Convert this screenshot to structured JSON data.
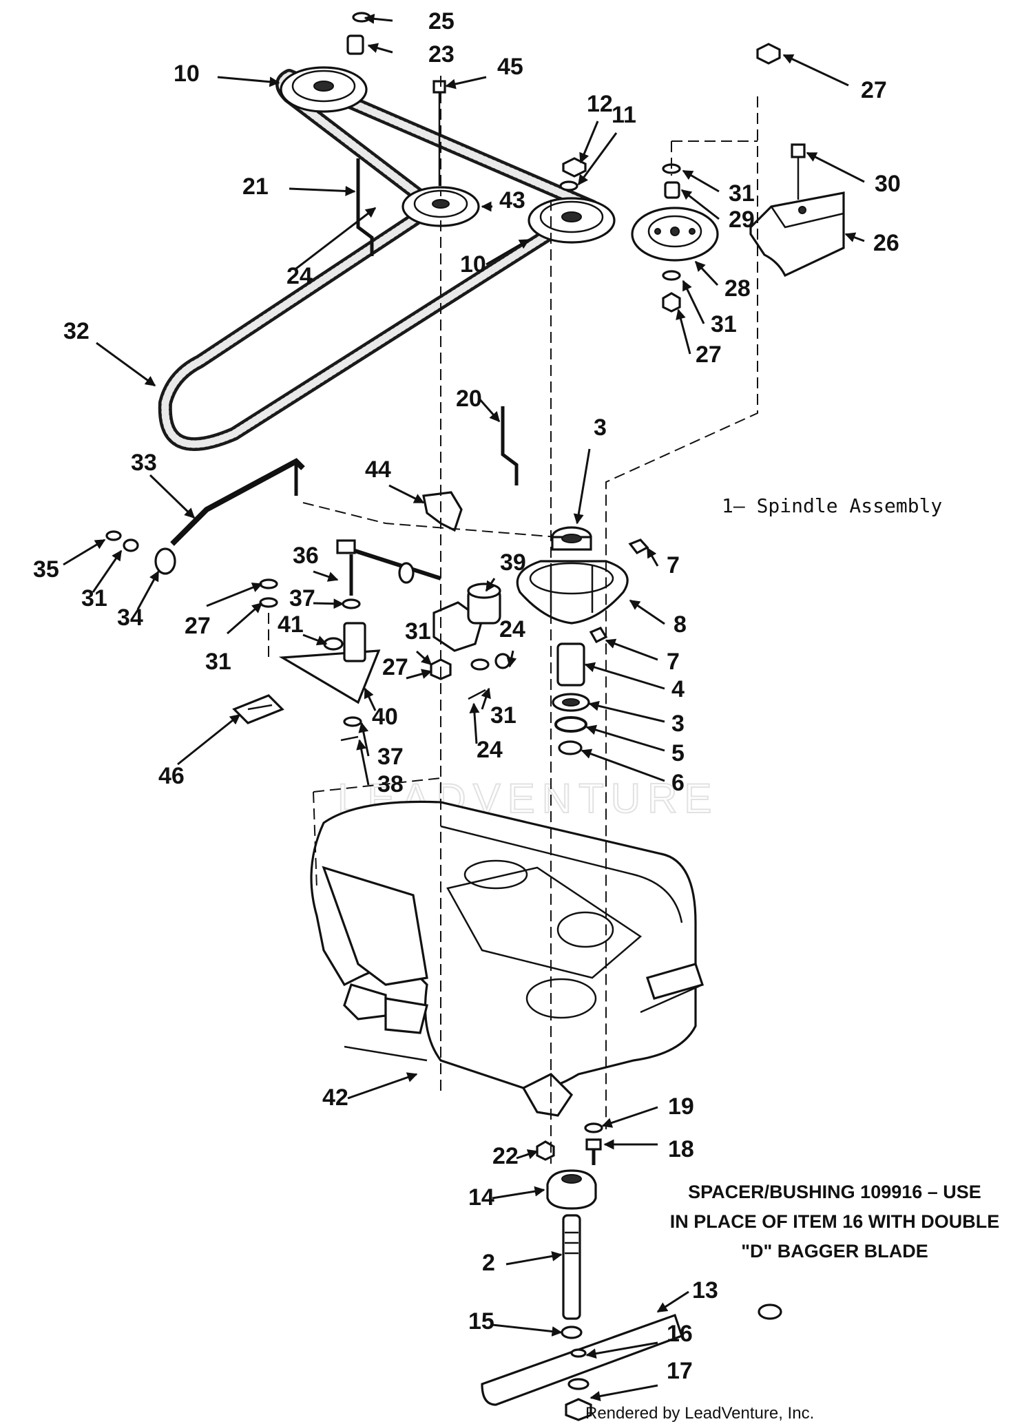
{
  "diagram": {
    "legend_text": "1— Spindle Assembly",
    "note_lines": [
      "SPACER/BUSHING 109916 – USE",
      "IN PLACE OF ITEM 16 WITH DOUBLE",
      "\"D\" BAGGER BLADE"
    ],
    "watermark": "LEADVENTURE",
    "footer": "Rendered by LeadVenture, Inc.",
    "callouts": [
      {
        "id": "c25",
        "label": "25"
      },
      {
        "id": "c23",
        "label": "23"
      },
      {
        "id": "c10a",
        "label": "10"
      },
      {
        "id": "c45",
        "label": "45"
      },
      {
        "id": "c27a",
        "label": "27"
      },
      {
        "id": "c12",
        "label": "12"
      },
      {
        "id": "c11",
        "label": "11"
      },
      {
        "id": "c30",
        "label": "30"
      },
      {
        "id": "c21",
        "label": "21"
      },
      {
        "id": "c43",
        "label": "43"
      },
      {
        "id": "c31a",
        "label": "31"
      },
      {
        "id": "c29",
        "label": "29"
      },
      {
        "id": "c26",
        "label": "26"
      },
      {
        "id": "c24a",
        "label": "24"
      },
      {
        "id": "c10b",
        "label": "10"
      },
      {
        "id": "c28",
        "label": "28"
      },
      {
        "id": "c31b",
        "label": "31"
      },
      {
        "id": "c27b",
        "label": "27"
      },
      {
        "id": "c32",
        "label": "32"
      },
      {
        "id": "c20",
        "label": "20"
      },
      {
        "id": "c3a",
        "label": "3"
      },
      {
        "id": "c33",
        "label": "33"
      },
      {
        "id": "c44",
        "label": "44"
      },
      {
        "id": "c35",
        "label": "35"
      },
      {
        "id": "c31c",
        "label": "31"
      },
      {
        "id": "c34",
        "label": "34"
      },
      {
        "id": "c36",
        "label": "36"
      },
      {
        "id": "c39",
        "label": "39"
      },
      {
        "id": "c7a",
        "label": "7"
      },
      {
        "id": "c27c",
        "label": "27"
      },
      {
        "id": "c31d",
        "label": "31"
      },
      {
        "id": "c37a",
        "label": "37"
      },
      {
        "id": "c41",
        "label": "41"
      },
      {
        "id": "c8",
        "label": "8"
      },
      {
        "id": "c31e",
        "label": "31"
      },
      {
        "id": "c24b",
        "label": "24"
      },
      {
        "id": "c7b",
        "label": "7"
      },
      {
        "id": "c27d",
        "label": "27"
      },
      {
        "id": "c4",
        "label": "4"
      },
      {
        "id": "c31f",
        "label": "31"
      },
      {
        "id": "c40",
        "label": "40"
      },
      {
        "id": "c3b",
        "label": "3"
      },
      {
        "id": "c24c",
        "label": "24"
      },
      {
        "id": "c46",
        "label": "46"
      },
      {
        "id": "c37b",
        "label": "37"
      },
      {
        "id": "c5",
        "label": "5"
      },
      {
        "id": "c38",
        "label": "38"
      },
      {
        "id": "c6",
        "label": "6"
      },
      {
        "id": "c42",
        "label": "42"
      },
      {
        "id": "c19",
        "label": "19"
      },
      {
        "id": "c18",
        "label": "18"
      },
      {
        "id": "c22",
        "label": "22"
      },
      {
        "id": "c14",
        "label": "14"
      },
      {
        "id": "c2",
        "label": "2"
      },
      {
        "id": "c13",
        "label": "13"
      },
      {
        "id": "c15",
        "label": "15"
      },
      {
        "id": "c16",
        "label": "16"
      },
      {
        "id": "c17",
        "label": "17"
      }
    ]
  }
}
